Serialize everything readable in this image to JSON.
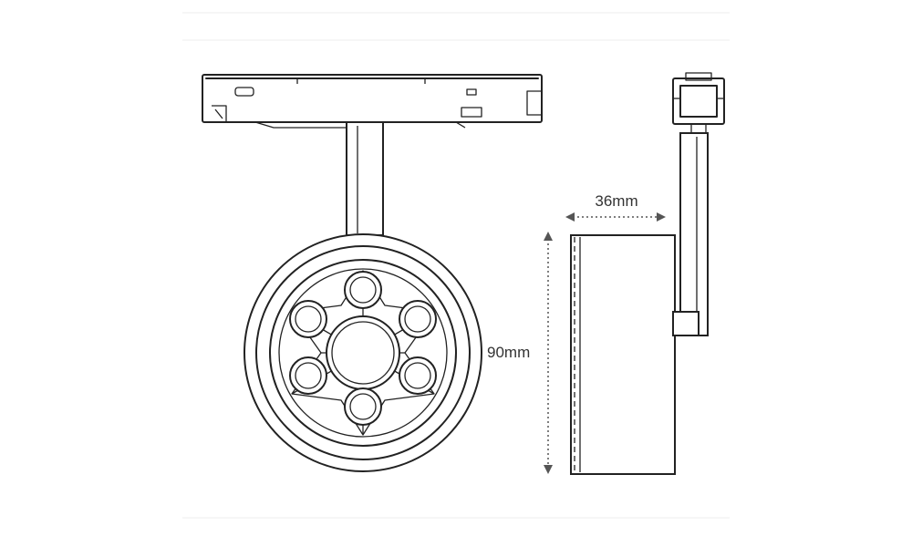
{
  "dimensions": {
    "width_label": "36mm",
    "height_label": "90mm"
  },
  "views": {
    "front": {
      "led_count": 6
    },
    "side": {}
  },
  "colors": {
    "line": "#222222",
    "dimension": "#555555",
    "background": "#ffffff"
  }
}
